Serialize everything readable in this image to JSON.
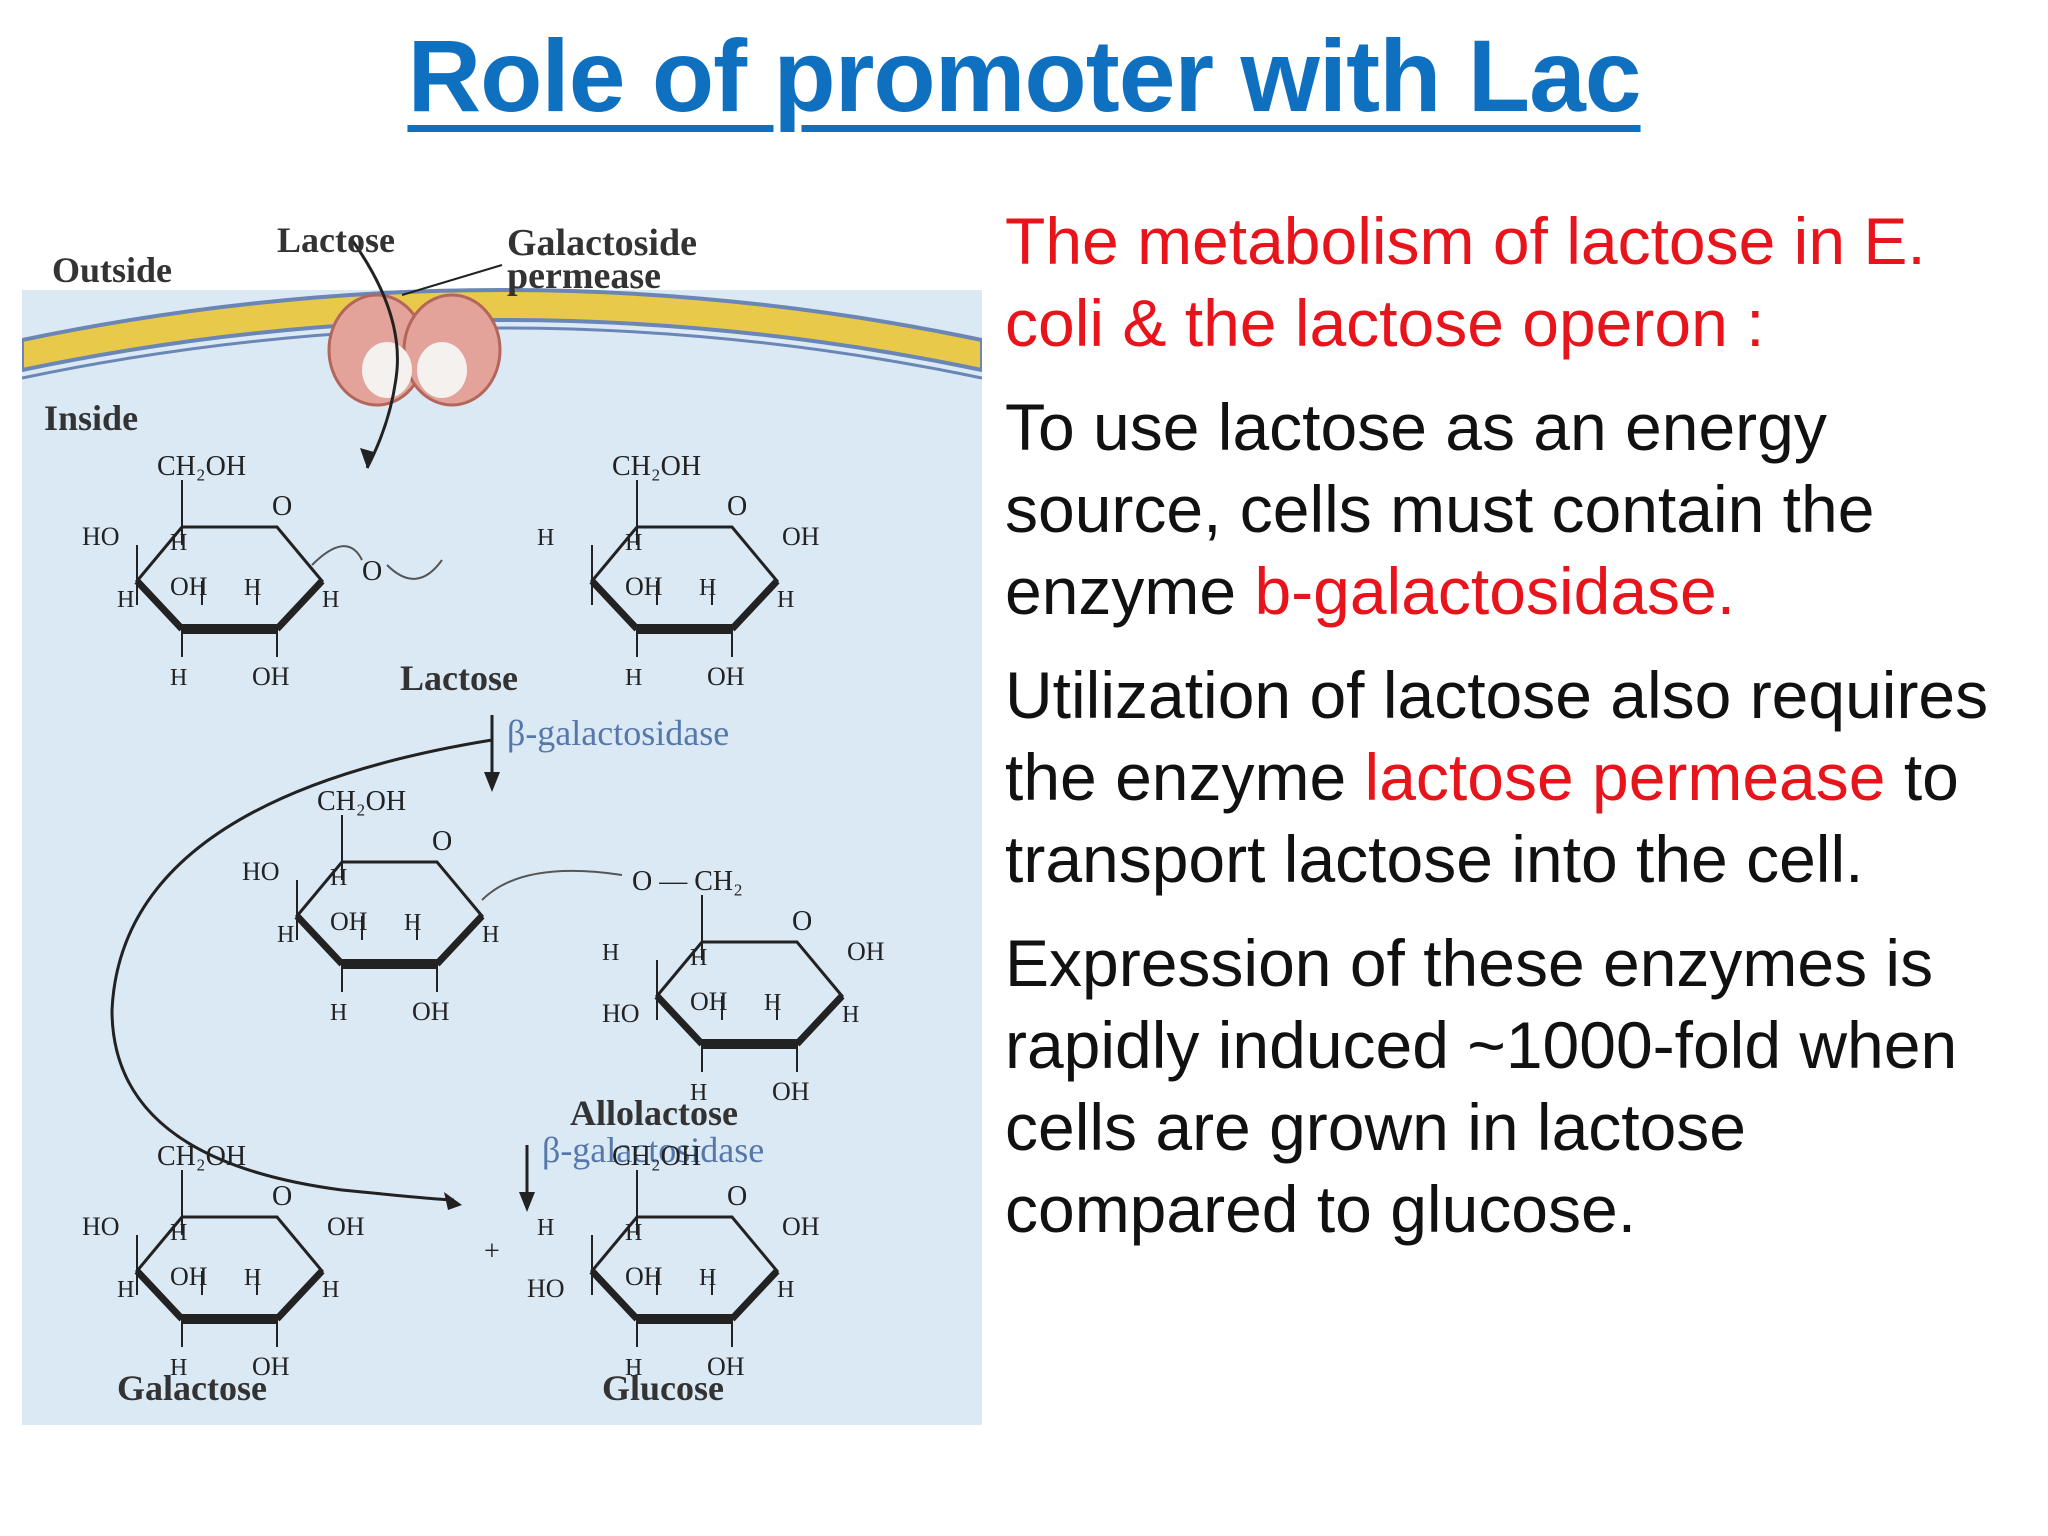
{
  "slide": {
    "title": "Role of promoter with Lac"
  },
  "figure": {
    "outside_label": "Outside",
    "inside_label": "Inside",
    "lactose_top_label": "Lactose",
    "permease_label_1": "Galactoside",
    "permease_label_2": "permease",
    "lactose_label": "Lactose",
    "enzyme_label_1": "β-galactosidase",
    "allolactose_label": "Allolactose",
    "enzyme_label_2": "β-galactosidase",
    "galactose_label": "Galactose",
    "glucose_label": "Glucose",
    "plus_sign": "+",
    "linker_o": "O",
    "linker_ch2": "O — CH₂",
    "atoms": {
      "ch2oh": "CH₂OH",
      "ring_o": "O",
      "ho": "HO",
      "oh": "OH",
      "h": "H"
    },
    "colors": {
      "cytoplasm": "#dbe9f5",
      "membrane": "#e8c94a",
      "permease": "#e3a39a",
      "enzyme_text": "#5577aa"
    }
  },
  "text": {
    "heading_red": "The metabolism of lactose in E. coli & the lactose operon :",
    "para1_a": "To use lactose as an energy source, cells must contain the enzyme ",
    "para1_red": "b-galactosidase.",
    "para2_a": "Utilization of lactose also requires the enzyme ",
    "para2_red": "lactose permease",
    "para2_b": " to transport lactose into the cell.",
    "para3": "Expression of these enzymes is rapidly induced ~1000-fold when cells are grown in lactose compared to glucose."
  }
}
